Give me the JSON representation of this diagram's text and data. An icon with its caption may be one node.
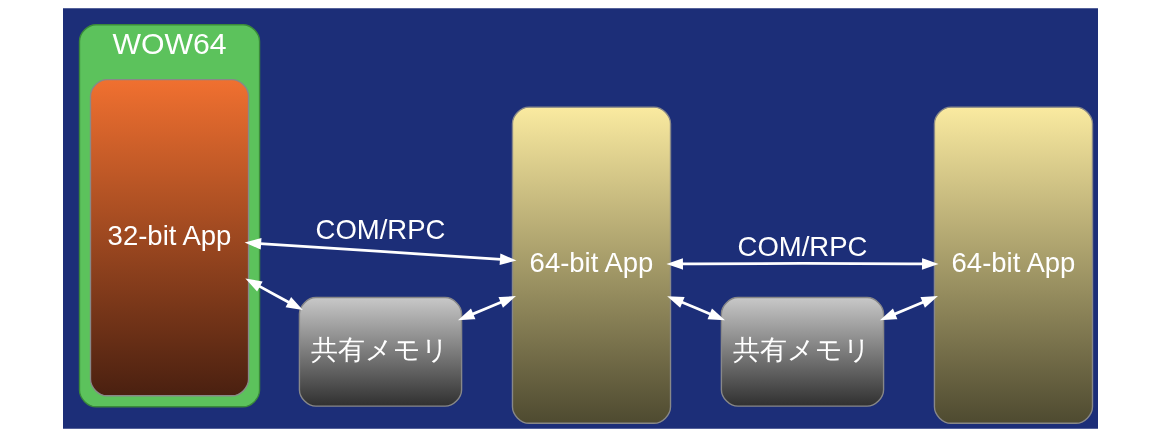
{
  "diagram": {
    "nodes": [
      {
        "text": [
          "WOW64"
        ]
      },
      {
        "text": [
          "32-bit App"
        ],
        "in": 0
      },
      {
        "text": [
          "64-bit App"
        ]
      },
      {
        "text": [
          "64-bit App"
        ]
      },
      {
        "text": [
          "共有メモリ"
        ]
      },
      {
        "text": [
          "共有メモリ"
        ]
      }
    ],
    "edges": [
      {
        "from": 1,
        "to": 2,
        "arrow": "both",
        "label": "COM/RPC"
      },
      {
        "from": 2,
        "to": 3,
        "arrow": "both",
        "label": "COM/RPC"
      },
      {
        "from": 1,
        "to": 4,
        "arrow": "both"
      },
      {
        "from": 4,
        "to": 2,
        "arrow": "both"
      },
      {
        "from": 2,
        "to": 5,
        "arrow": "both"
      },
      {
        "from": 5,
        "to": 3,
        "arrow": "both"
      }
    ]
  }
}
